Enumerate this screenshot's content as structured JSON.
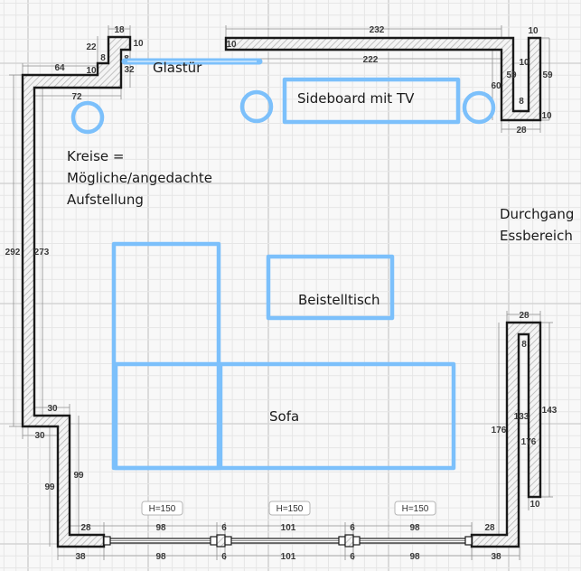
{
  "colors": {
    "background": "#f8f8f8",
    "grid_minor": "#e6e6e6",
    "grid_major": "#d4d4d4",
    "wall_stroke": "#1a1a1a",
    "wall_hatch": "#bdbdbd",
    "furniture": "#7cc0fb",
    "dimension_line": "#8a8a8a",
    "dimension_text": "#3a3a3a"
  },
  "labels": {
    "glass_door": "Glastür",
    "sideboard": "Sideboard mit TV",
    "legend_line1": "Kreise =",
    "legend_line2": "Mögliche/angedachte",
    "legend_line3": "Aufstellung",
    "passage_line1": "Durchgang",
    "passage_line2": "Essbereich",
    "side_table": "Beistelltisch",
    "sofa": "Sofa"
  },
  "dimensions": {
    "top_left_18": "18",
    "top_left_10a": "10",
    "top_left_22": "22",
    "top_left_8a": "8",
    "top_left_8b": "8",
    "top_left_32": "32",
    "top_left_64": "64",
    "top_left_10b": "10",
    "top_left_72": "72",
    "top_232": "232",
    "top_10": "10",
    "top_222": "222",
    "tr_10_top": "10",
    "tr_59_inner": "59",
    "tr_10_inner": "10",
    "tr_59_outer": "59",
    "tr_60": "60",
    "tr_8": "8",
    "tr_10_bottom": "10",
    "tr_28": "28",
    "left_292": "292",
    "left_273": "273",
    "left_30_top": "30",
    "left_30_bottom": "30",
    "left_99_outer": "99",
    "left_99_inner": "99",
    "bl_28": "28",
    "bl_38": "38",
    "win1_top": "98",
    "win1_bottom": "98",
    "pier1_top": "6",
    "pier1_bottom": "6",
    "win2_top": "101",
    "win2_bottom": "101",
    "pier2_top": "6",
    "pier2_bottom": "6",
    "win3_top": "98",
    "win3_bottom": "98",
    "br_28": "28",
    "br_38": "38",
    "r_28": "28",
    "r_8": "8",
    "r_133": "133",
    "r_143": "143",
    "r_176_outer": "176",
    "r_176_inner": "176",
    "r_10": "10"
  },
  "window_heights": [
    "H=150",
    "H=150",
    "H=150"
  ]
}
